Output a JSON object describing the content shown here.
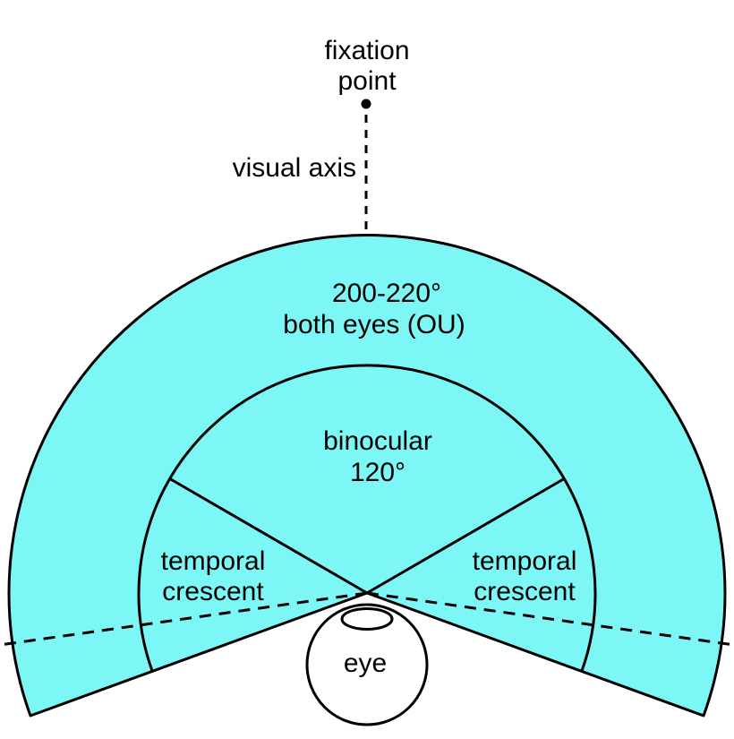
{
  "diagram": {
    "type": "visual-field-of-the-eyes",
    "colors": {
      "field_fill": "#7DF6F6",
      "outline": "#000000",
      "background": "#FFFFFF"
    },
    "labels": {
      "fixation_point": {
        "line1": "fixation",
        "line2": "point"
      },
      "visual_axis": "visual axis",
      "outer_field": {
        "line1": "200-220°",
        "line2": "both eyes (OU)"
      },
      "binocular_field": {
        "line1": "binocular",
        "line2": "120°"
      },
      "temporal_crescent_left": {
        "line1": "temporal",
        "line2": "crescent"
      },
      "temporal_crescent_right": {
        "line1": "temporal",
        "line2": "crescent"
      },
      "eye": "eye"
    }
  }
}
